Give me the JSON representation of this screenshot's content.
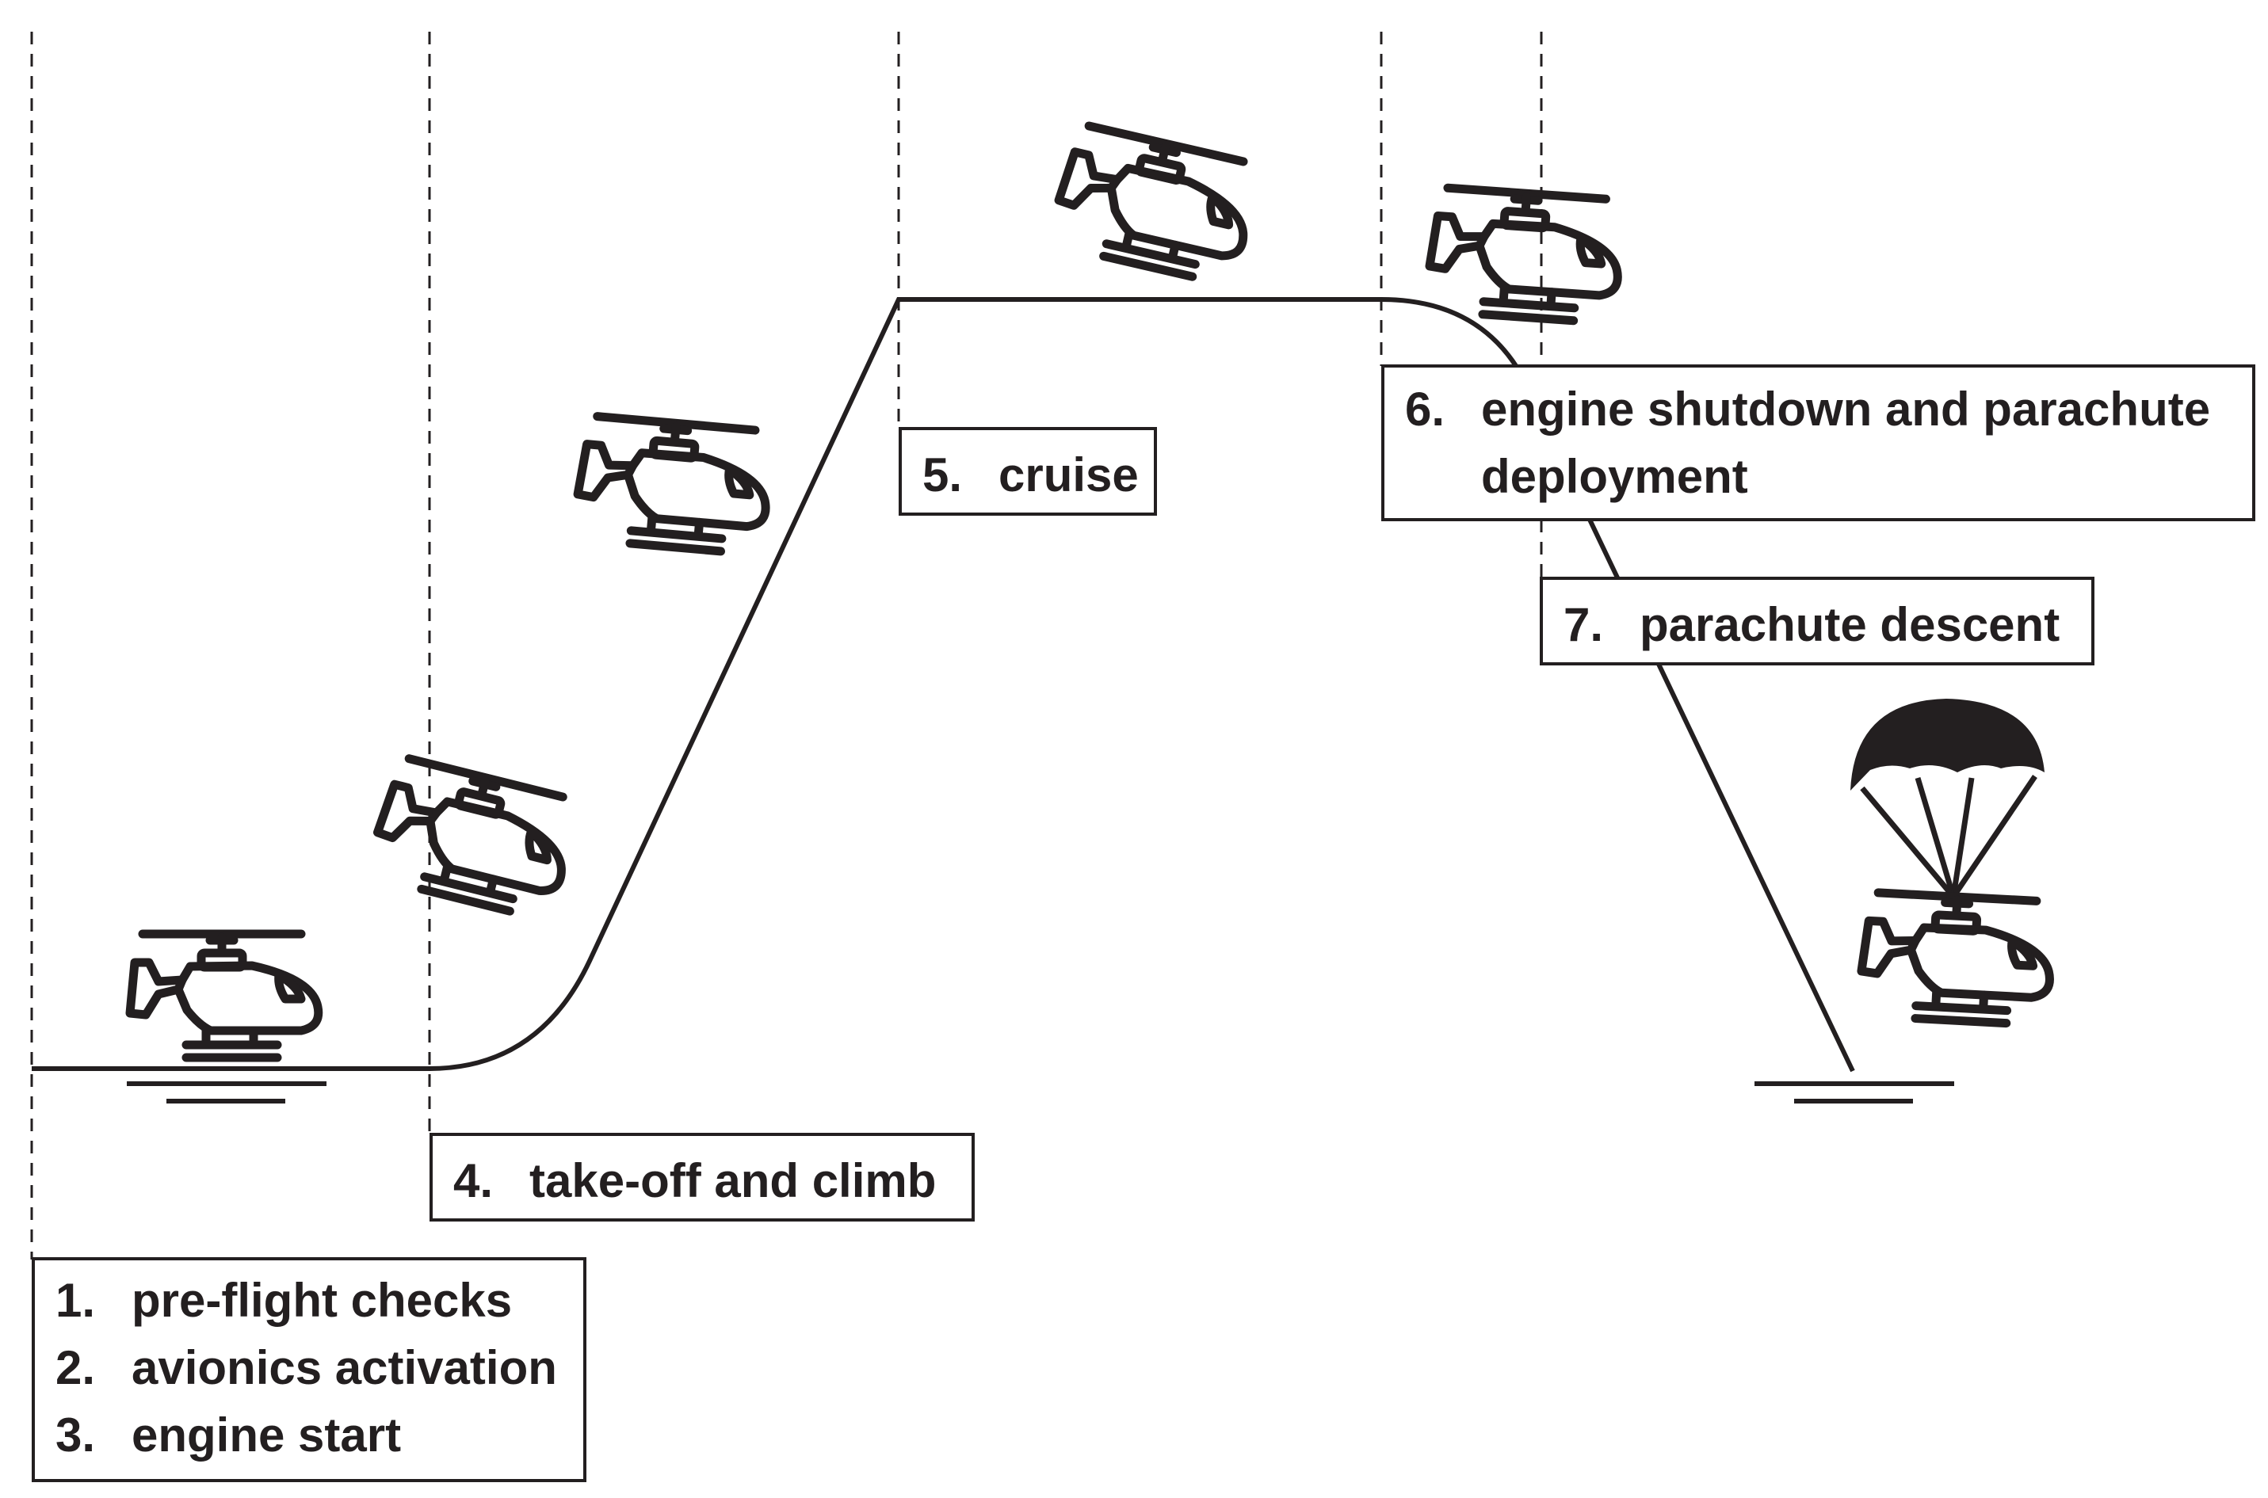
{
  "phases": [
    {
      "steps": [
        {
          "num": "1.",
          "text": "pre-flight checks"
        },
        {
          "num": "2.",
          "text": "avionics activation"
        },
        {
          "num": "3.",
          "text": "engine start"
        }
      ]
    },
    {
      "steps": [
        {
          "num": "4.",
          "text": "take-off and climb"
        }
      ]
    },
    {
      "steps": [
        {
          "num": "5.",
          "text": "cruise"
        }
      ]
    },
    {
      "steps": [
        {
          "num": "6.",
          "text": "engine shutdown and parachute deployment"
        }
      ]
    },
    {
      "steps": [
        {
          "num": "7.",
          "text": "parachute descent"
        }
      ]
    }
  ],
  "icons": [
    "helicopter-icon",
    "parachute-icon",
    "ground-icon"
  ],
  "colors": {
    "line": "#231f20",
    "background": "#ffffff"
  }
}
